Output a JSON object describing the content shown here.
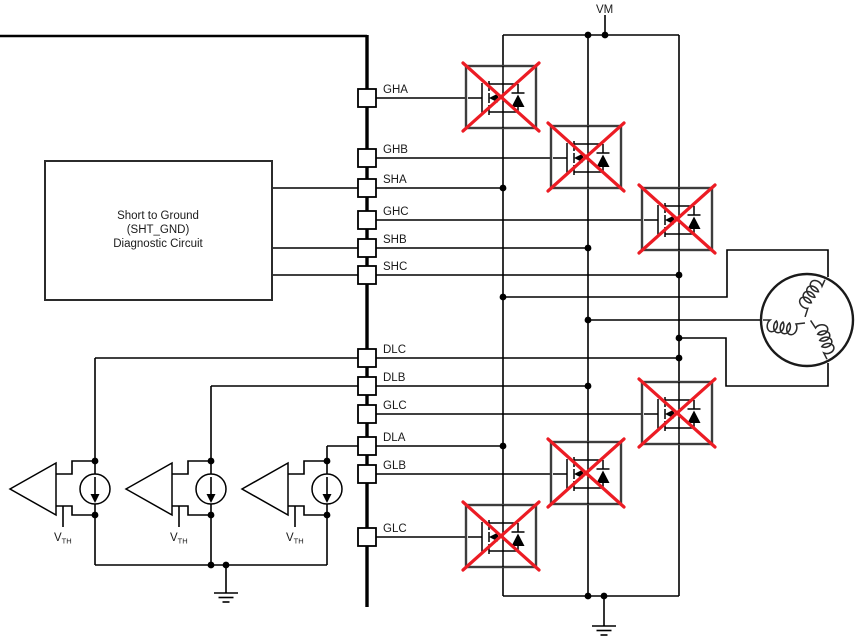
{
  "colors": {
    "background": "#ffffff",
    "wire": "#000000",
    "fault_cross_red": "#ec1c24",
    "component_outline": "#3d3d3d"
  },
  "power": {
    "vm_label": "VM"
  },
  "diagnostic_box": {
    "lines": [
      "Short to Ground",
      "(SHT_GND)",
      "Diagnostic Circuit"
    ]
  },
  "pins": [
    {
      "label": "GHA"
    },
    {
      "label": "GHB"
    },
    {
      "label": "SHA"
    },
    {
      "label": "GHC"
    },
    {
      "label": "SHB"
    },
    {
      "label": "SHC"
    },
    {
      "label": "DLC"
    },
    {
      "label": "DLB"
    },
    {
      "label": "GLC"
    },
    {
      "label": "DLA"
    },
    {
      "label": "GLB"
    },
    {
      "label": "GLC"
    }
  ],
  "comparator": {
    "vth_main": "V",
    "vth_sub": "TH"
  }
}
